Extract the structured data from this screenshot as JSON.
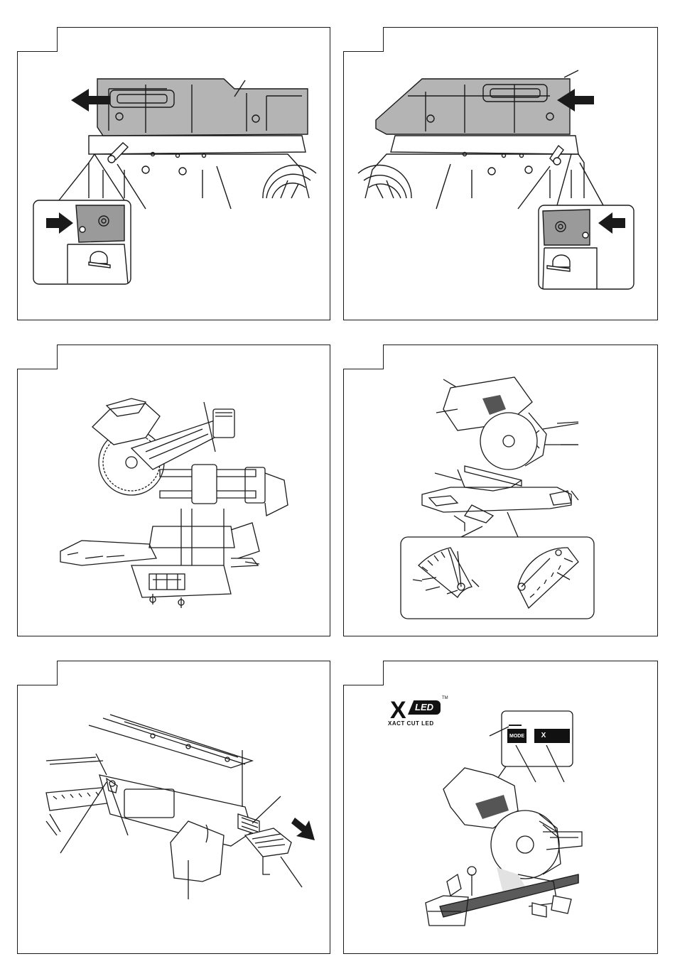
{
  "panel5": {
    "logo_mark": "X",
    "logo_badge": "LED",
    "logo_tm": "TM",
    "logo_caption": "XACT CUT LED",
    "mode_button": "MODE",
    "icon_button": "X"
  },
  "colors": {
    "line": "#1a1a1a",
    "guard_fill": "#b4b4b4",
    "plate_fill": "#5a5a5a",
    "badge_fill": "#111111"
  }
}
